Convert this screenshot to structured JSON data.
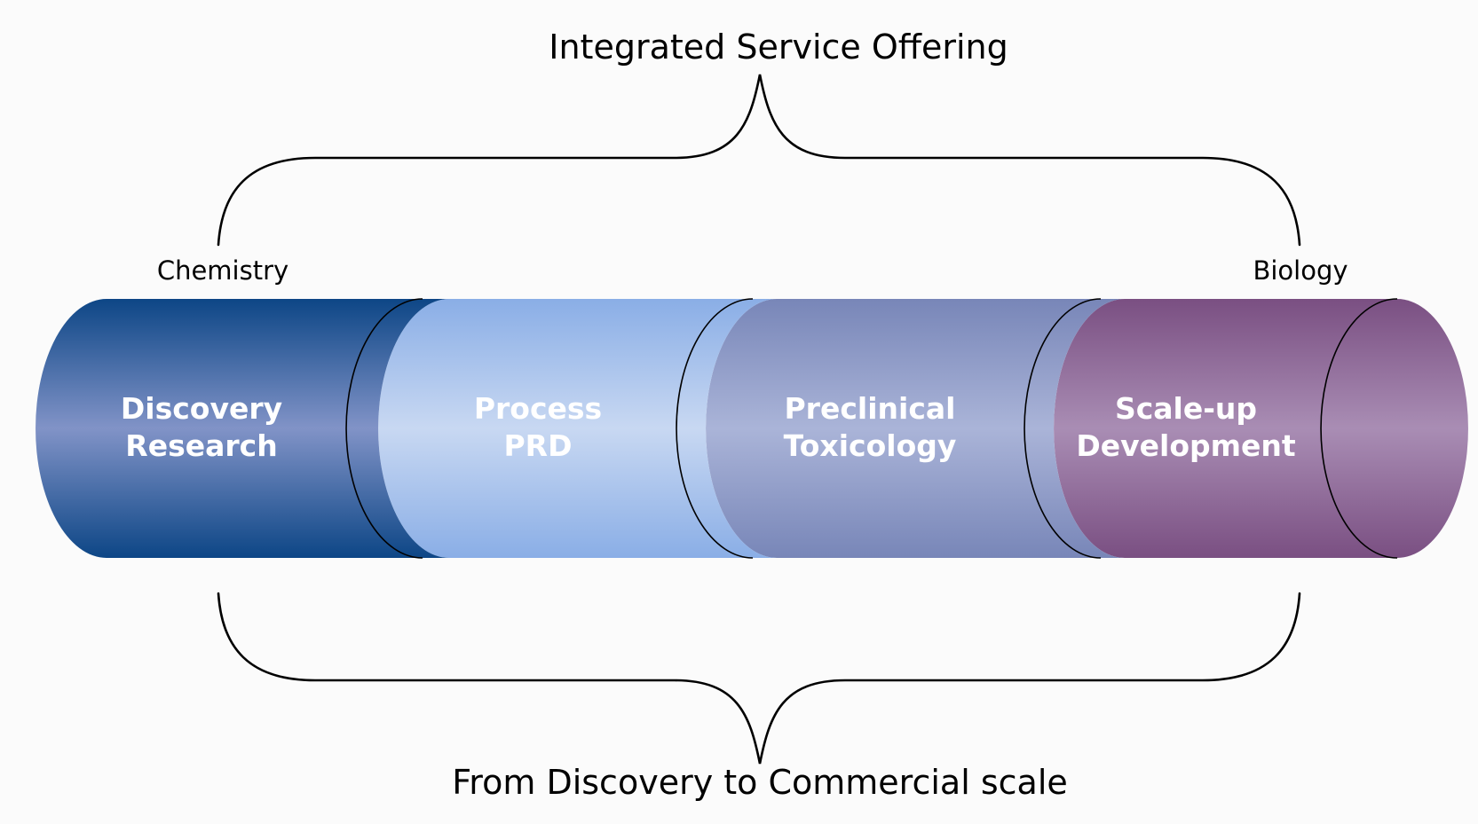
{
  "top_caption": "Integrated Service Offering",
  "bottom_caption": "From Discovery to Commercial scale",
  "left_label": "Chemistry",
  "right_label": "Biology",
  "segments": [
    {
      "id": "discovery",
      "line1": "Discovery",
      "line2": "Research",
      "color_edge": "#0d4686",
      "color_mid": "#8193c7"
    },
    {
      "id": "process",
      "line1": "Process",
      "line2": "PRD",
      "color_edge": "#8aaee6",
      "color_mid": "#c8d8f2"
    },
    {
      "id": "preclinical",
      "line1": "Preclinical",
      "line2": "Toxicology",
      "color_edge": "#7886b8",
      "color_mid": "#aab4d8"
    },
    {
      "id": "scaleup",
      "line1": "Scale-up",
      "line2": "Development",
      "color_edge": "#7a4f82",
      "color_mid": "#a98db4"
    }
  ]
}
